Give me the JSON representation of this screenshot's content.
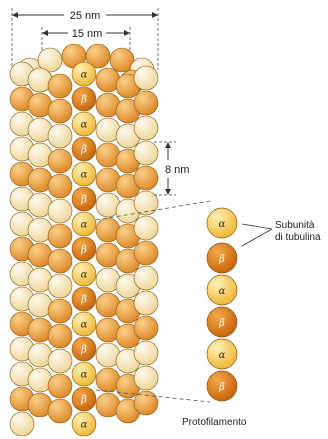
{
  "dimensions": {
    "outer_width": "25 nm",
    "inner_width": "15 nm",
    "dimer_length": "8 nm"
  },
  "subunit_symbols": {
    "alpha": "α",
    "beta": "β"
  },
  "callouts": {
    "subunit_line1": "Subunità",
    "subunit_line2": "di tubulina",
    "protofilament": "Protofilamento"
  },
  "colors": {
    "alpha": "#f3c247",
    "beta": "#d9781c",
    "light": "#f6e3b0",
    "orange": "#e69a35",
    "outline": "#8a5a12"
  }
}
